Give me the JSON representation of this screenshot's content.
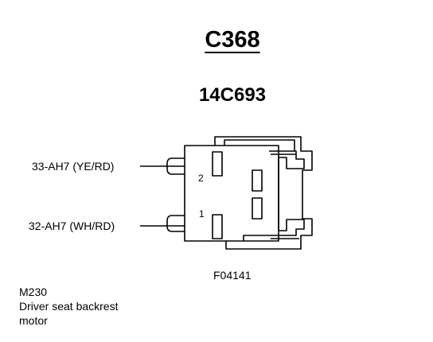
{
  "connector": {
    "id": "C368",
    "part_number": "14C693"
  },
  "wires": [
    {
      "circuit": "33-AH7 (YE/RD)",
      "pin": "2"
    },
    {
      "circuit": "32-AH7 (WH/RD)",
      "pin": "1"
    }
  ],
  "figure_code": "F04141",
  "component": {
    "code": "M230",
    "description_line1": "Driver seat backrest",
    "description_line2": "motor"
  }
}
